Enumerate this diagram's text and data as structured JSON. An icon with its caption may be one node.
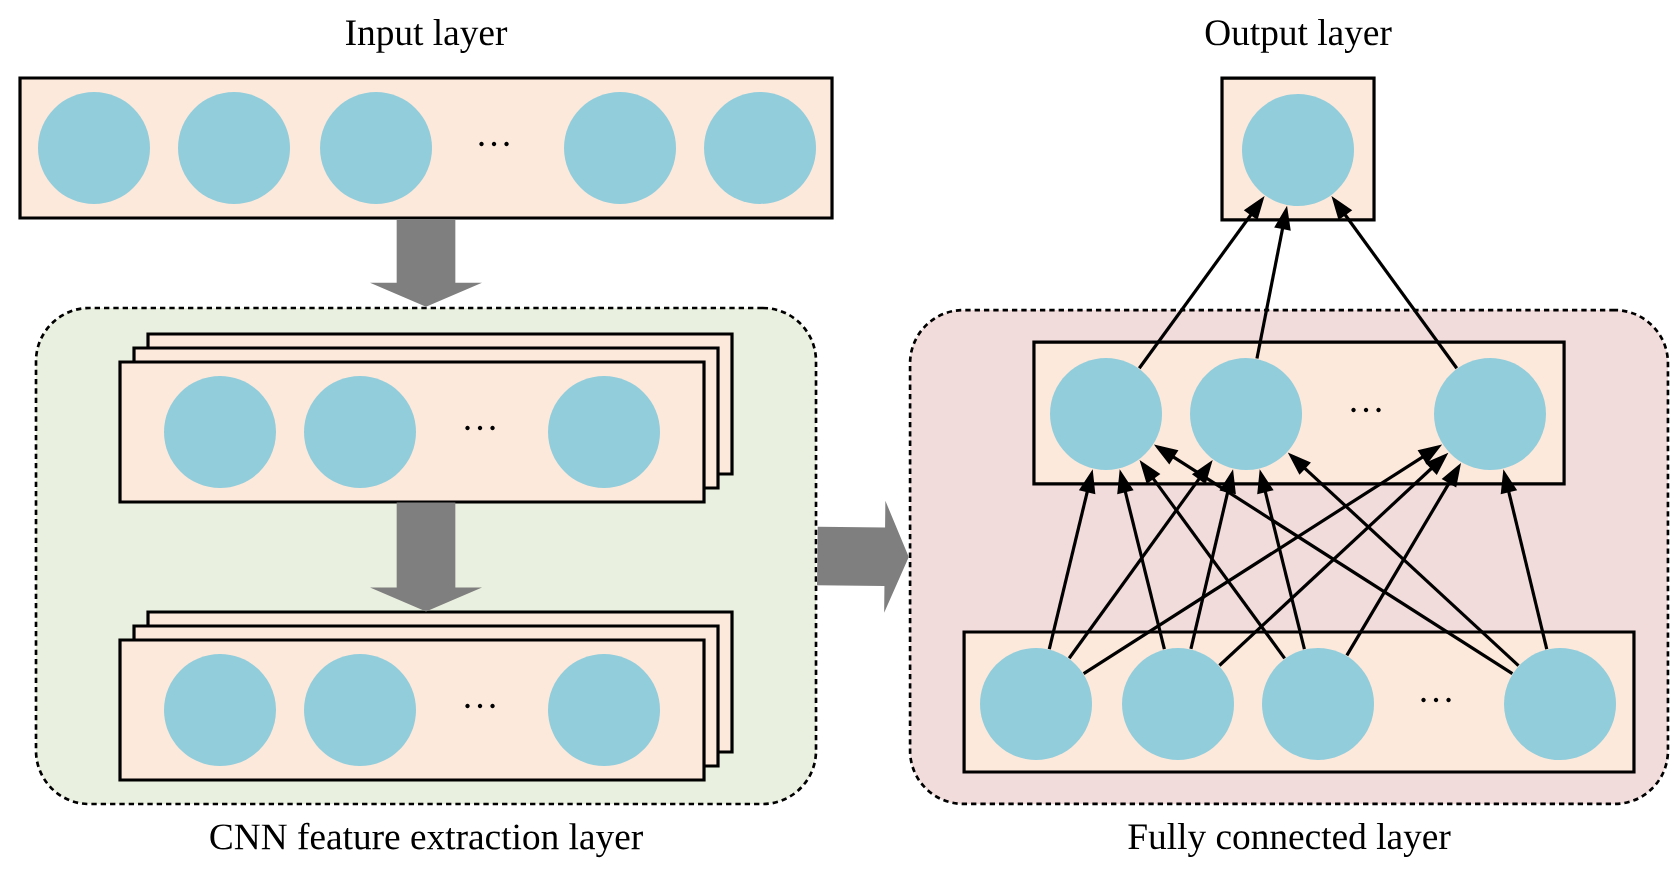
{
  "diagram": {
    "nodes": [
      {
        "text": [
          "Input layer",
          "…"
        ]
      },
      {
        "text": [],
        "shape": "circle",
        "in": 0
      },
      {
        "text": [],
        "shape": "circle",
        "in": 0
      },
      {
        "text": [],
        "shape": "circle",
        "in": 0
      },
      {
        "text": [],
        "shape": "circle",
        "in": 0
      },
      {
        "text": [],
        "shape": "circle",
        "in": 0
      },
      {
        "text": [
          "CNN feature extraction layer"
        ]
      },
      {
        "text": [
          "…"
        ],
        "in": 6
      },
      {
        "text": [],
        "shape": "circle",
        "in": 7
      },
      {
        "text": [],
        "shape": "circle",
        "in": 7
      },
      {
        "text": [],
        "shape": "circle",
        "in": 7
      },
      {
        "text": [
          "…"
        ],
        "in": 6
      },
      {
        "text": [],
        "shape": "circle",
        "in": 11
      },
      {
        "text": [],
        "shape": "circle",
        "in": 11
      },
      {
        "text": [],
        "shape": "circle",
        "in": 11
      },
      {
        "text": [
          "Output layer"
        ]
      },
      {
        "text": [],
        "shape": "circle",
        "in": 15
      },
      {
        "text": [
          "Fully connected layer"
        ]
      },
      {
        "text": [
          "…"
        ],
        "in": 17
      },
      {
        "text": [],
        "shape": "circle",
        "in": 18
      },
      {
        "text": [],
        "shape": "circle",
        "in": 18
      },
      {
        "text": [],
        "shape": "circle",
        "in": 18
      },
      {
        "text": [
          "…"
        ],
        "in": 17
      },
      {
        "text": [],
        "shape": "circle",
        "in": 22
      },
      {
        "text": [],
        "shape": "circle",
        "in": 22
      },
      {
        "text": [],
        "shape": "circle",
        "in": 22
      },
      {
        "text": [],
        "shape": "circle",
        "in": 22
      }
    ],
    "edges": [
      {
        "from": 0,
        "to": 6,
        "arrow": "to",
        "style": "thick",
        "color": "#7f7f7f"
      },
      {
        "from": 7,
        "to": 11,
        "arrow": "to",
        "style": "thick",
        "color": "#7f7f7f"
      },
      {
        "from": 6,
        "to": 17,
        "arrow": "to",
        "style": "thick",
        "color": "#7f7f7f"
      },
      {
        "from": 23,
        "to": 19,
        "arrow": "to"
      },
      {
        "from": 23,
        "to": 20,
        "arrow": "to"
      },
      {
        "from": 23,
        "to": 21,
        "arrow": "to"
      },
      {
        "from": 24,
        "to": 19,
        "arrow": "to"
      },
      {
        "from": 24,
        "to": 20,
        "arrow": "to"
      },
      {
        "from": 24,
        "to": 21,
        "arrow": "to"
      },
      {
        "from": 25,
        "to": 19,
        "arrow": "to"
      },
      {
        "from": 25,
        "to": 20,
        "arrow": "to"
      },
      {
        "from": 25,
        "to": 21,
        "arrow": "to"
      },
      {
        "from": 26,
        "to": 19,
        "arrow": "to"
      },
      {
        "from": 26,
        "to": 20,
        "arrow": "to"
      },
      {
        "from": 26,
        "to": 21,
        "arrow": "to"
      },
      {
        "from": 19,
        "to": 16,
        "arrow": "to"
      },
      {
        "from": 20,
        "to": 16,
        "arrow": "to"
      },
      {
        "from": 21,
        "to": 16,
        "arrow": "to"
      }
    ]
  }
}
